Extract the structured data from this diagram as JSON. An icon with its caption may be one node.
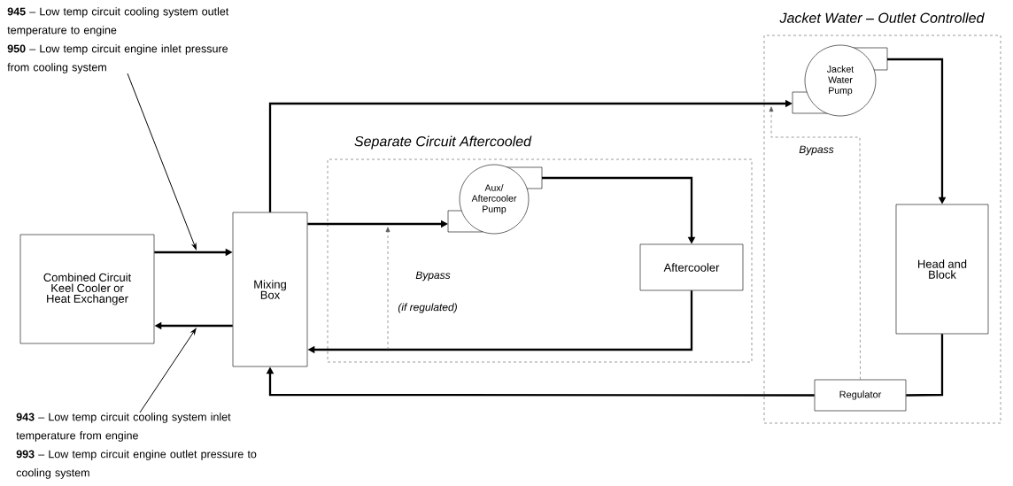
{
  "diagram": {
    "nodes": [
      {
        "text": [
          "Separate Circuit Aftercooled"
        ]
      },
      {
        "text": [
          "Jacket Water – Outlet Controlled"
        ]
      },
      {
        "text": [
          "Combined Circuit Keel Cooler or Heat Exchanger"
        ]
      },
      {
        "text": [
          "Mixing Box"
        ]
      },
      {
        "text": [
          "Aux/ Aftercooler Pump"
        ],
        "in": 0
      },
      {
        "text": [
          "Aftercooler"
        ],
        "in": 0
      },
      {
        "text": [
          "Jacket Water Pump"
        ],
        "in": 1
      },
      {
        "text": [
          "Head and Block"
        ],
        "in": 1
      },
      {
        "text": [
          "Regulator"
        ],
        "in": 1
      },
      {
        "text": [
          "**945** – Low temp circuit cooling system outlet temperature to engine",
          "**950** – Low temp circuit engine inlet pressure from cooling system"
        ]
      },
      {
        "text": [
          "**943** – Low temp circuit cooling system inlet temperature from engine",
          "**993** – Low temp circuit engine outlet pressure to cooling system"
        ]
      }
    ],
    "edges": [
      {
        "from": 2,
        "to": 3,
        "arrow": "to"
      },
      {
        "from": 3,
        "to": 2,
        "arrow": "to"
      },
      {
        "from": 3,
        "to": 4,
        "arrow": "to"
      },
      {
        "from": 4,
        "to": 5,
        "arrow": "to"
      },
      {
        "from": 5,
        "to": 3,
        "arrow": "to"
      },
      {
        "from": 3,
        "to": 6,
        "arrow": "to"
      },
      {
        "from": 6,
        "to": 7,
        "arrow": "to"
      },
      {
        "from": 7,
        "to": 8,
        "arrow": "none"
      },
      {
        "from": 8,
        "to": 3,
        "arrow": "to"
      },
      {
        "from": 8,
        "to": null,
        "arrow": "to",
        "style": "dashed"
      },
      {
        "from": 9,
        "to": null,
        "arrow": "to"
      },
      {
        "from": 10,
        "to": null,
        "arrow": "to"
      }
    ],
    "labels": [
      "Bypass",
      "(if regulated)",
      "Bypass"
    ]
  }
}
